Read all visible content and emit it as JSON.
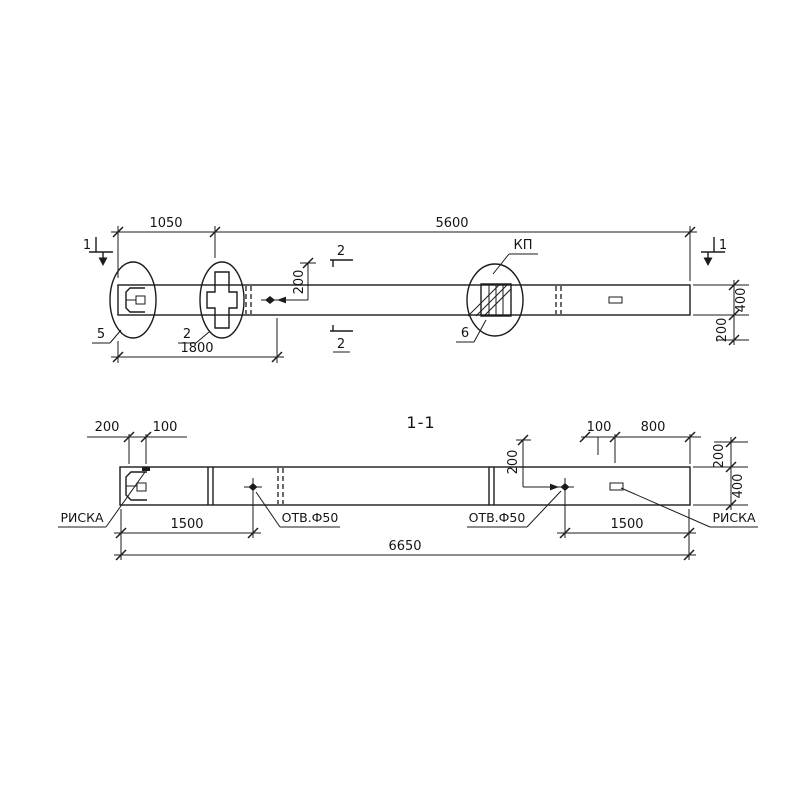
{
  "drawing_type": "reinforced-concrete-pile-working-drawing",
  "plan": {
    "dims": {
      "d1050": "1050",
      "d5600": "5600",
      "d200_anchor": "200",
      "d1800": "1800",
      "d400": "400",
      "d200_edge": "200"
    },
    "labels": {
      "kp": "КП"
    },
    "callouts": {
      "c5": "5",
      "c2": "2",
      "c6": "6"
    },
    "sections": {
      "s1": "1",
      "s2": "2"
    }
  },
  "section": {
    "title": "1-1",
    "dims": {
      "d200_left": "200",
      "d100_left": "100",
      "d100_right": "100",
      "d800": "800",
      "d200_hole": "200",
      "d200_edge": "200",
      "d400": "400",
      "d1500_left": "1500",
      "d1500_right": "1500",
      "d6650": "6650"
    },
    "labels": {
      "riska": "РИСКА",
      "otv": "ОТВ.Ф50"
    }
  }
}
